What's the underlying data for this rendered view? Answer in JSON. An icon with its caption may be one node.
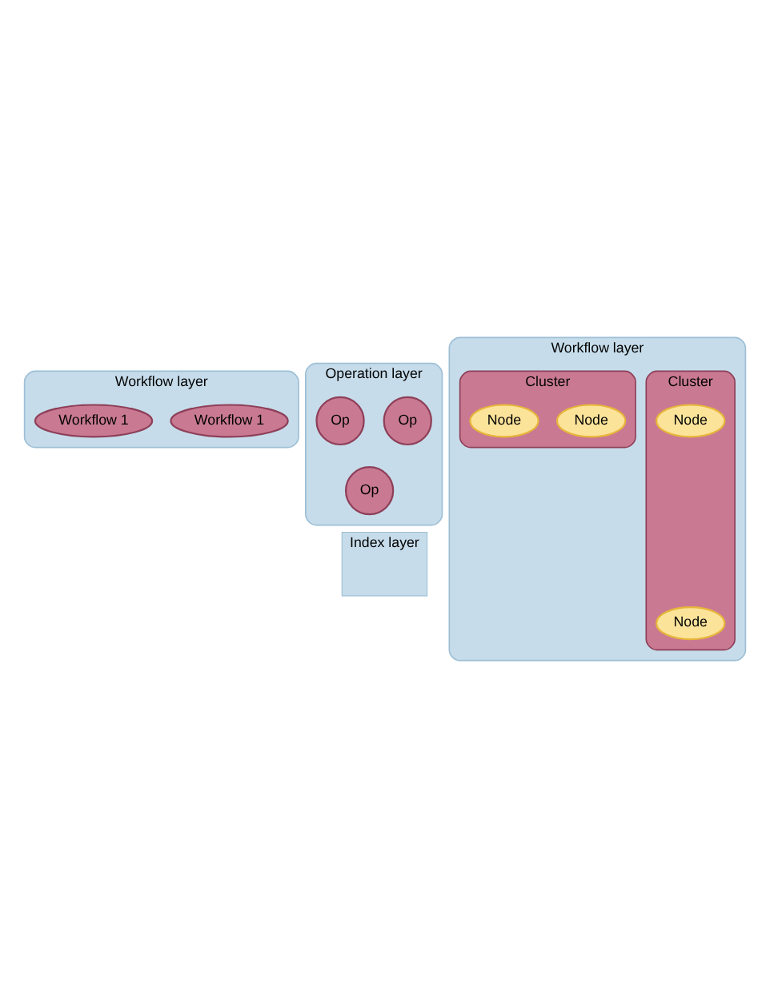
{
  "diagram": {
    "nodes": [
      {
        "text": [
          "Workflow layer"
        ]
      },
      {
        "text": [
          "Workflow 1"
        ],
        "in": 0
      },
      {
        "text": [
          "Workflow 1"
        ],
        "in": 0
      },
      {
        "text": [
          "Operation layer"
        ]
      },
      {
        "text": [
          "Op"
        ],
        "in": 3
      },
      {
        "text": [
          "Op"
        ],
        "in": 3
      },
      {
        "text": [
          "Op"
        ],
        "in": 3
      },
      {
        "text": [
          "Index layer"
        ]
      },
      {
        "text": [
          "Workflow layer"
        ]
      },
      {
        "text": [
          "Cluster"
        ],
        "in": 8
      },
      {
        "text": [
          "Node"
        ],
        "in": 9
      },
      {
        "text": [
          "Node"
        ],
        "in": 9
      },
      {
        "text": [
          "Cluster"
        ],
        "in": 8
      },
      {
        "text": [
          "Node"
        ],
        "in": 12
      },
      {
        "text": [
          "Node"
        ],
        "in": 12
      }
    ],
    "edges": []
  }
}
